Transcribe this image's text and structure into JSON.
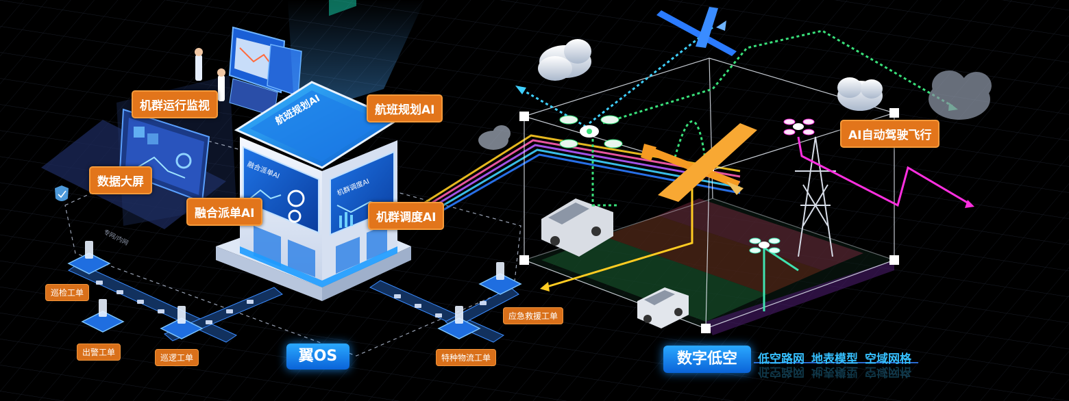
{
  "labels": {
    "fleet_monitor": "机群运行监视",
    "flight_planning_ai": "航班规划AI",
    "data_screen": "数据大屏",
    "fusion_dispatch_ai": "融合派单AI",
    "fleet_dispatch_ai": "机群调度AI",
    "ai_autopilot": "AI自动驾驶飞行"
  },
  "work_orders": {
    "inspection": "巡检工单",
    "police": "出警工单",
    "patrol": "巡逻工单",
    "rescue": "应急救援工单",
    "logistics": "特种物流工单"
  },
  "building": {
    "top_screen": "航班规划AI",
    "left_screen": "融合派单AI",
    "right_screen": "机群调度AI"
  },
  "network_label": "专网/内网",
  "os_badge": "翼OS",
  "digital_badge": "数字低空",
  "digital_items": [
    "低空路网",
    "地表模型",
    "空域网格"
  ],
  "colors": {
    "accent_orange": "#e2751b",
    "badge_blue": "#1a8cf0",
    "text_cyan": "#36c0ff",
    "route_cyan": "#3fd0ff",
    "route_green": "#39e07a",
    "route_magenta": "#ff2fe0",
    "route_yellow": "#ffcc22"
  },
  "icons": [
    "cloud-icon",
    "drone-icon",
    "fixed-wing-plane-icon",
    "van-icon",
    "power-tower-icon",
    "shield-icon",
    "server-icon"
  ]
}
